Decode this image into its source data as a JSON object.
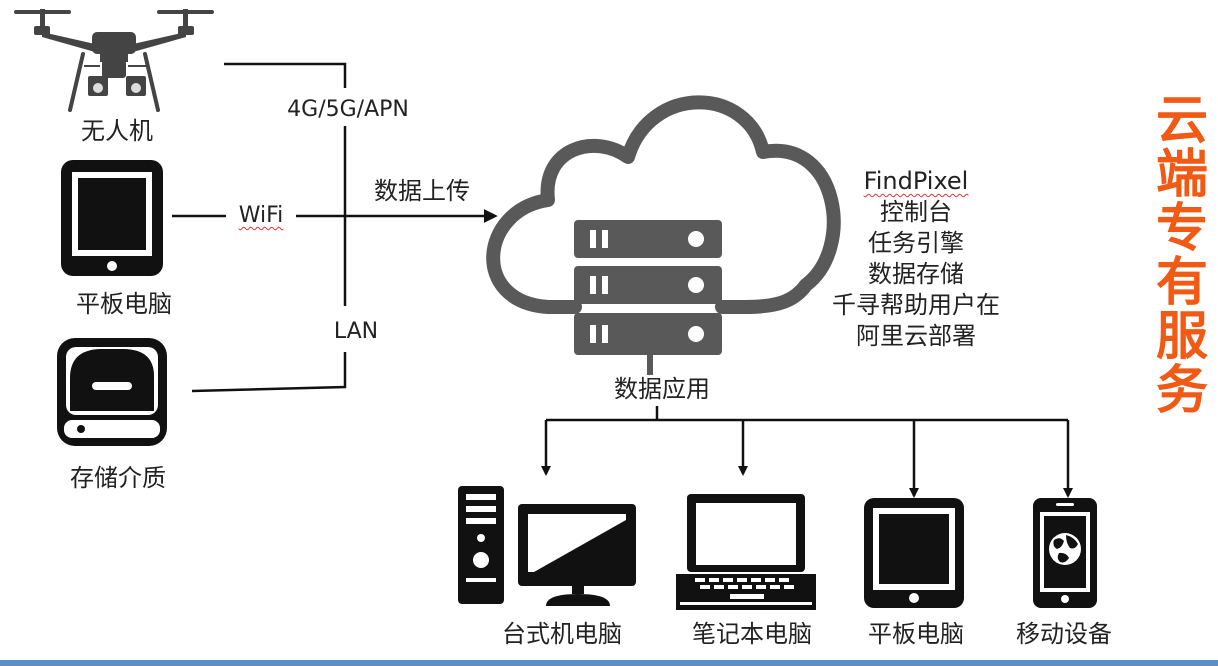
{
  "left_devices": [
    {
      "id": "drone",
      "label": "无人机",
      "icon": "drone-icon"
    },
    {
      "id": "tablet",
      "label": "平板电脑",
      "icon": "tablet-icon"
    },
    {
      "id": "storage",
      "label": "存储介质",
      "icon": "hard-drive-icon"
    }
  ],
  "connections": {
    "cellular": "4G/5G/APN",
    "wifi": "WiFi",
    "lan": "LAN",
    "upload": "数据上传"
  },
  "cloud": {
    "icon": "cloud-server-icon",
    "caption": "数据应用"
  },
  "features": [
    "FindPixel",
    "控制台",
    "任务引擎",
    "数据存储",
    "千寻帮助用户在",
    "阿里云部署"
  ],
  "bottom_devices": [
    {
      "id": "desktop",
      "label": "台式机电脑",
      "icon": "desktop-computer-icon"
    },
    {
      "id": "laptop",
      "label": "笔记本电脑",
      "icon": "laptop-icon"
    },
    {
      "id": "tablet2",
      "label": "平板电脑",
      "icon": "tablet-icon"
    },
    {
      "id": "mobile",
      "label": "移动设备",
      "icon": "smartphone-icon"
    }
  ],
  "vertical_title": [
    "云",
    "端",
    "专",
    "有",
    "服",
    "务"
  ],
  "colors": {
    "icon": "#111111",
    "cloud": "#595959",
    "accent": "#f05a14",
    "bottom_bar": "#5b8fc7"
  }
}
